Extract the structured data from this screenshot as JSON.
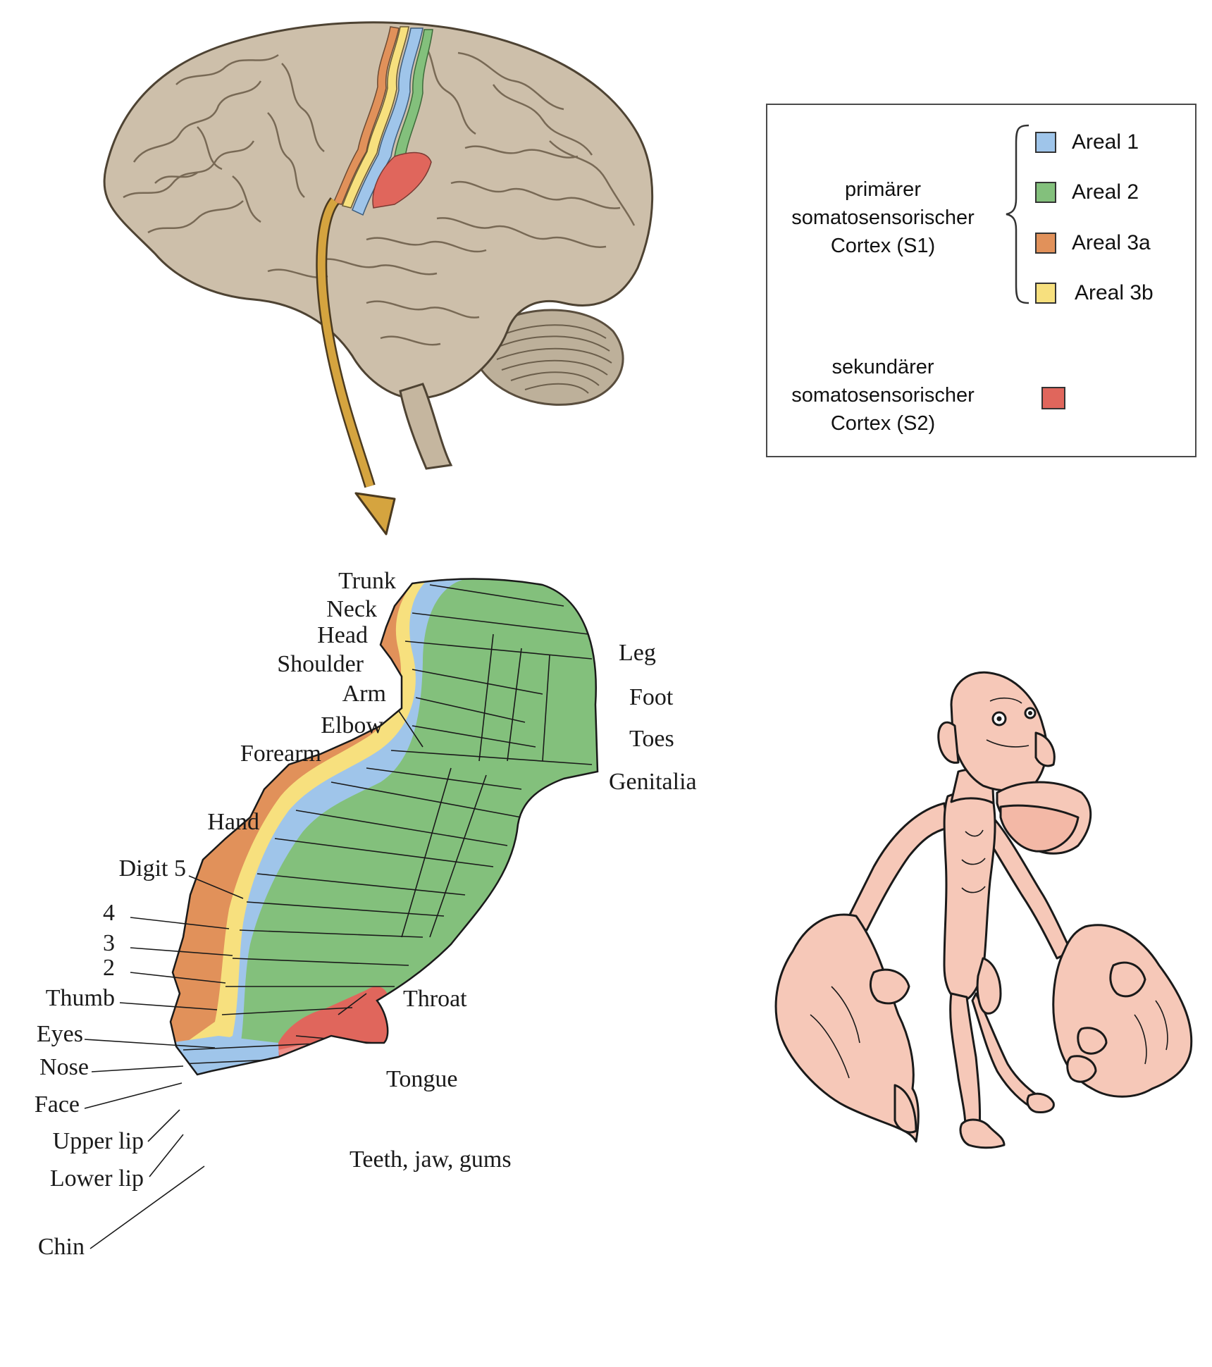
{
  "colors": {
    "areal_1": "#9fc5ea",
    "areal_2": "#83c07c",
    "areal_3a": "#e1915a",
    "areal_3b": "#f7e07e",
    "s2": "#e0665c",
    "brain": "#cdbfaa",
    "arrow": "#d5a43f",
    "homunculus_skin": "#f6c8b8"
  },
  "legend": {
    "s1_label_lines": [
      "primärer",
      "somatosensorischer",
      "Cortex (S1)"
    ],
    "s2_label_lines": [
      "sekundärer",
      "somatosensorischer",
      "Cortex (S2)"
    ],
    "items": [
      {
        "label": "Areal 1"
      },
      {
        "label": "Areal 2"
      },
      {
        "label": "Areal 3a"
      },
      {
        "label": "Areal 3b"
      }
    ]
  },
  "left_labels": [
    "Trunk",
    "Neck",
    "Head",
    "Shoulder",
    "Arm",
    "Elbow",
    "Forearm",
    "Hand",
    "Digit 5",
    "4",
    "3",
    "2",
    "Thumb",
    "Eyes",
    "Nose",
    "Face",
    "Upper lip",
    "Lower lip",
    "Chin"
  ],
  "right_labels": [
    "Leg",
    "Foot",
    "Toes",
    "Genitalia",
    "Throat",
    "Tongue",
    "Teeth, jaw, gums"
  ],
  "icons": {
    "brain": "brain-illustration",
    "arrow": "curved-arrow",
    "homunculus": "sensory-homunculus"
  }
}
